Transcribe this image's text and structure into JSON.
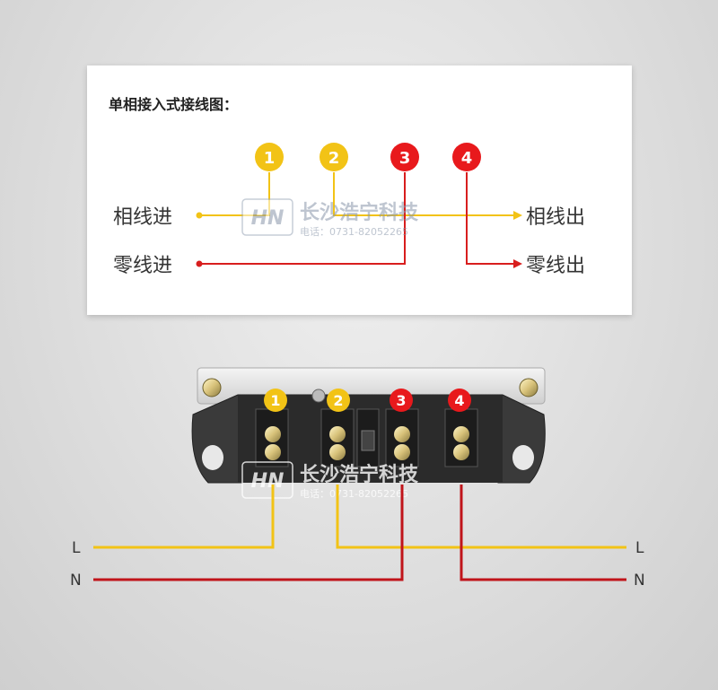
{
  "card": {
    "title": "单相接入式接线图："
  },
  "terminals": [
    {
      "num": "1",
      "color": "#f2c316"
    },
    {
      "num": "2",
      "color": "#f2c316"
    },
    {
      "num": "3",
      "color": "#e8191c"
    },
    {
      "num": "4",
      "color": "#e8191c"
    }
  ],
  "top_labels": {
    "phase_in": "相线进",
    "neutral_in": "零线进",
    "phase_out": "相线出",
    "neutral_out": "零线出"
  },
  "bottom_labels": {
    "l_left": "L",
    "n_left": "N",
    "l_right": "L",
    "n_right": "N"
  },
  "watermark": {
    "logo": "HN",
    "company": "长沙浩宁科技",
    "phone": "电话：0731-82052265"
  },
  "colors": {
    "live_wire": "#f2c316",
    "neutral_wire": "#c0141a",
    "red_dot": "#d81e1e"
  }
}
